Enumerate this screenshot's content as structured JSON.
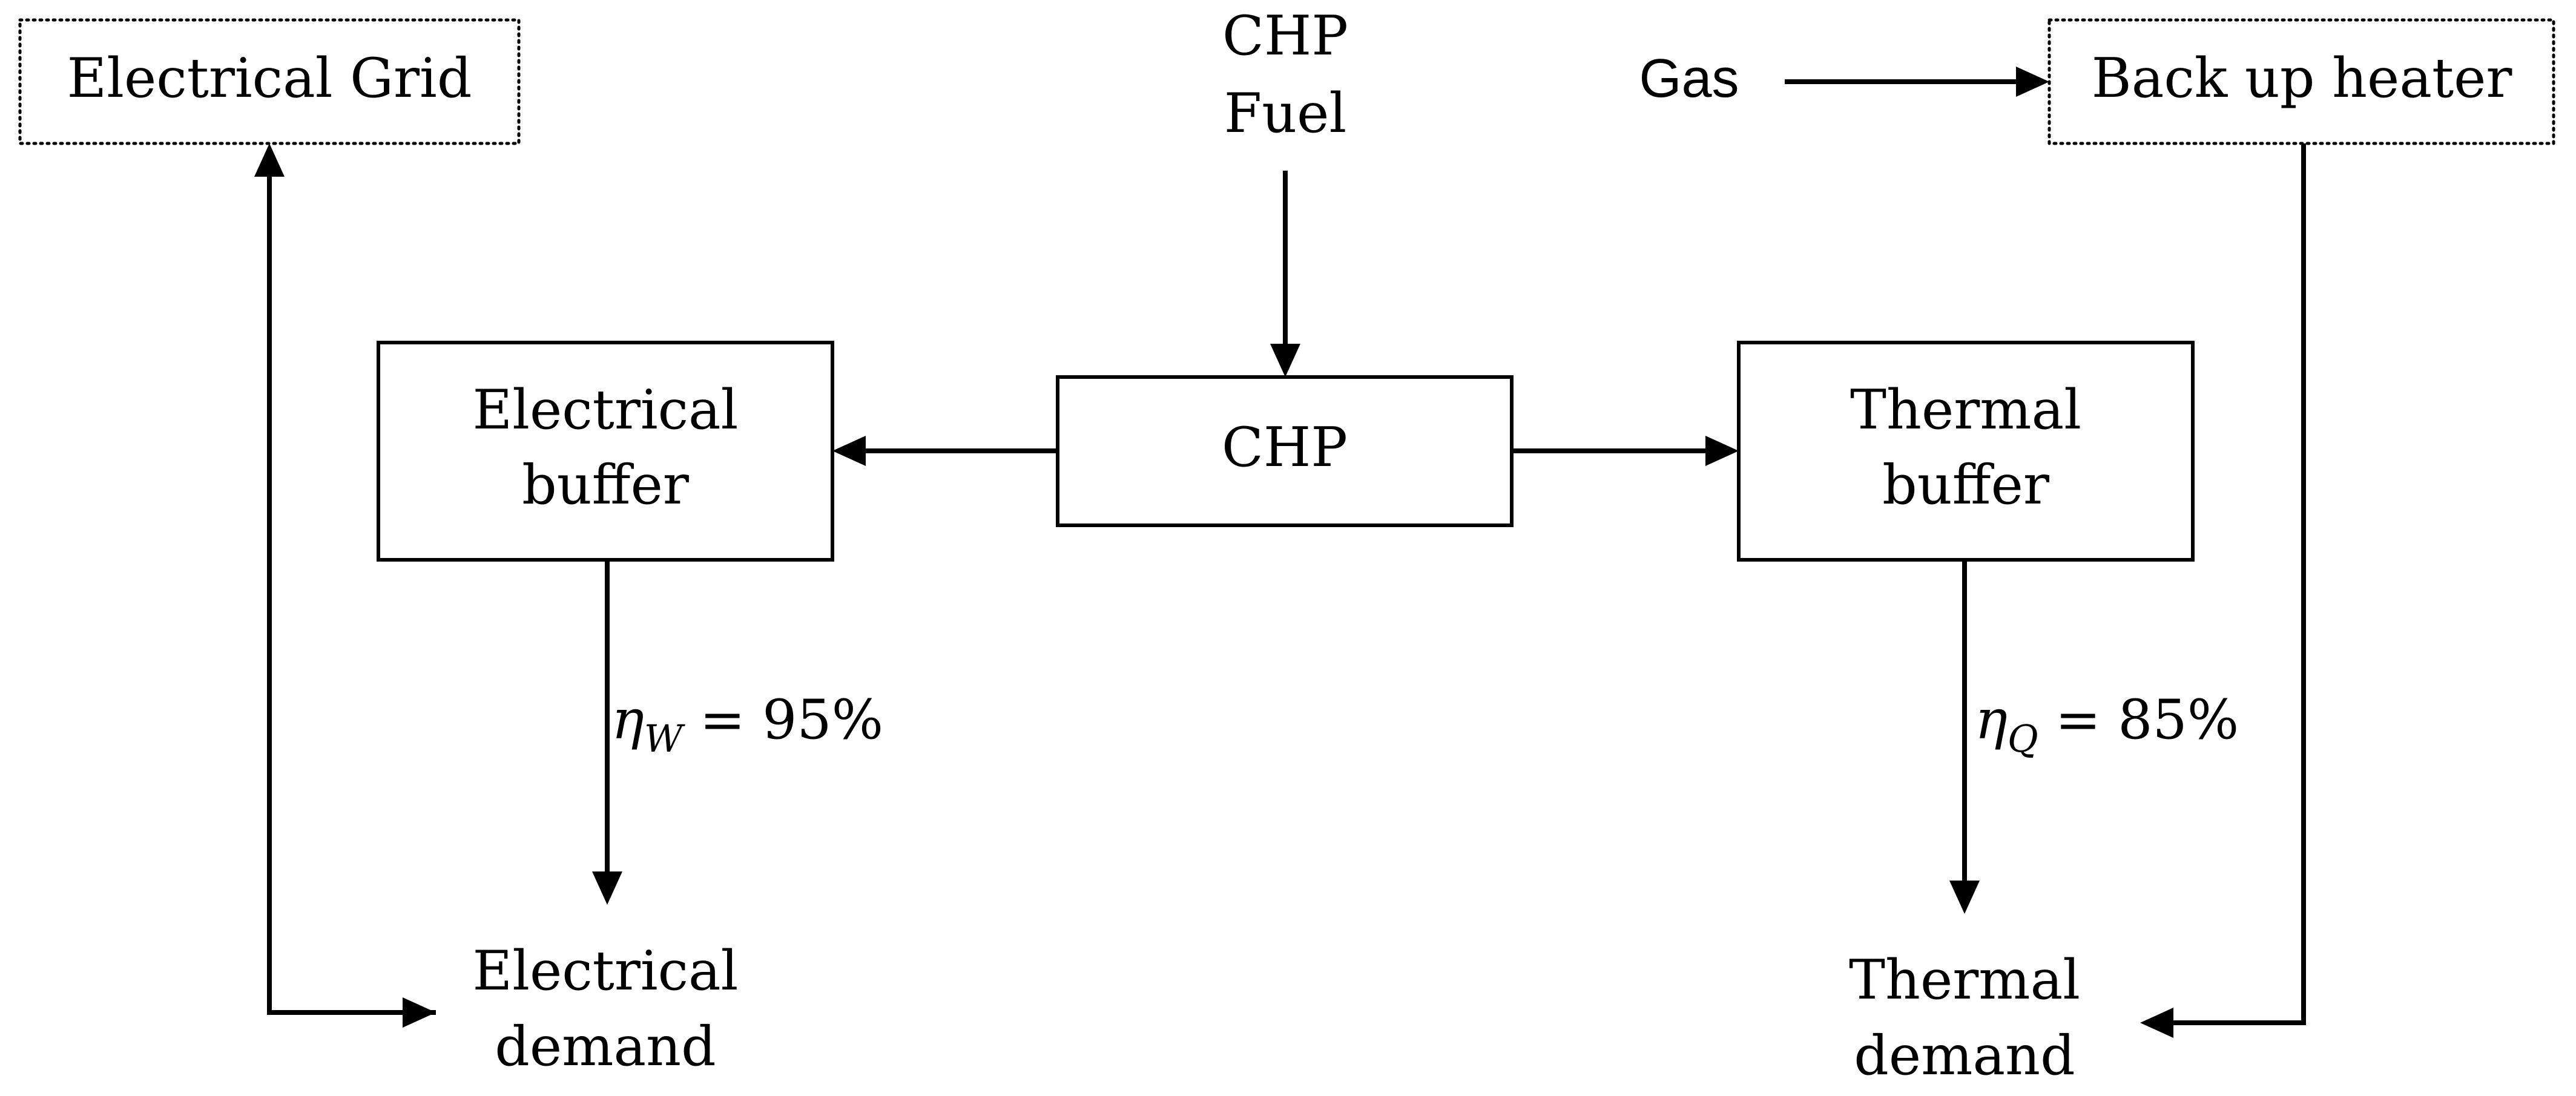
{
  "nodes": {
    "electrical_grid": {
      "label": "Electrical Grid"
    },
    "back_up_heater": {
      "label": "Back up heater"
    },
    "chp_fuel": {
      "lines": [
        "CHP",
        "Fuel"
      ]
    },
    "gas": {
      "label": "Gas"
    },
    "electrical_buffer": {
      "lines": [
        "Electrical",
        "buffer"
      ]
    },
    "chp": {
      "label": "CHP"
    },
    "thermal_buffer": {
      "lines": [
        "Thermal",
        "buffer"
      ]
    },
    "electrical_demand": {
      "lines": [
        "Electrical",
        "demand"
      ]
    },
    "thermal_demand": {
      "lines": [
        "Thermal",
        "demand"
      ]
    }
  },
  "efficiencies": {
    "electrical": {
      "symbol": "η",
      "subscript": "W",
      "equals": "=",
      "value": "95%"
    },
    "thermal": {
      "symbol": "η",
      "subscript": "Q",
      "equals": "=",
      "value": "85%"
    }
  }
}
